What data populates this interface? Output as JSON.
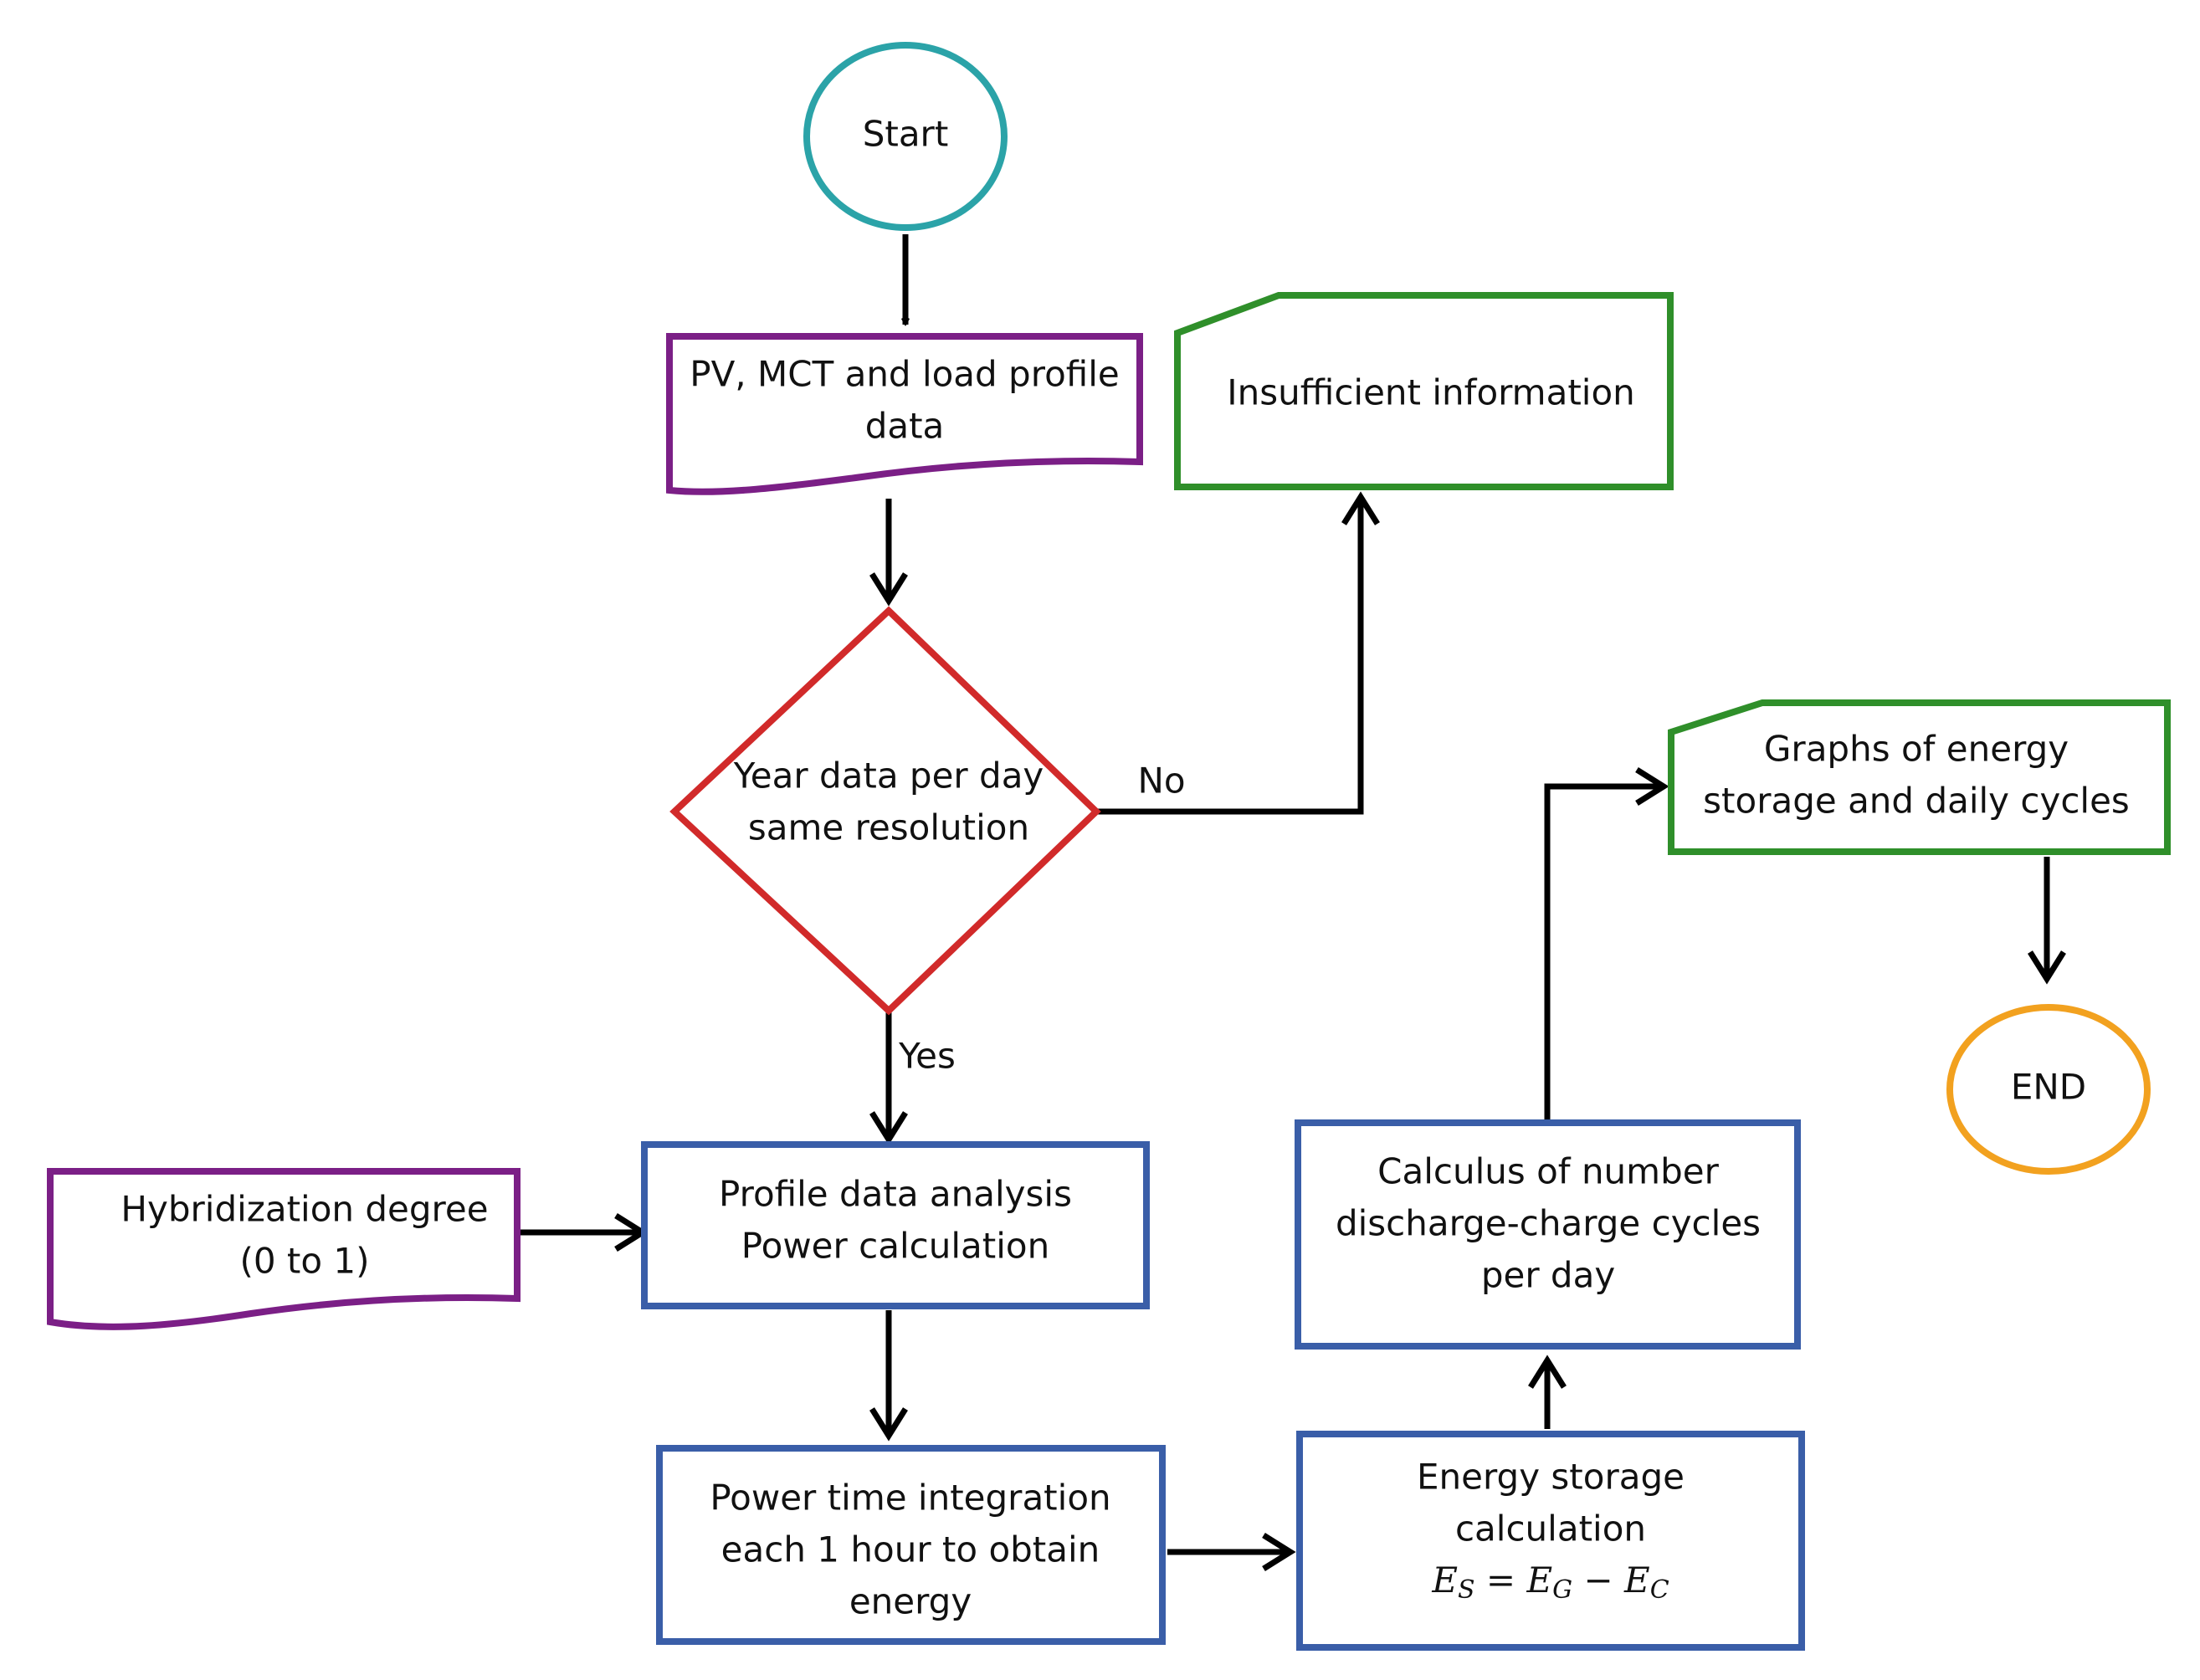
{
  "colors": {
    "start": "#2ba3a8",
    "end": "#f2a11f",
    "io": "#7b1f86",
    "decision": "#d12a2a",
    "process": "#3a5ea8",
    "output": "#2f8f2a",
    "edge": "#000000"
  },
  "nodes": {
    "start": {
      "text": "Start"
    },
    "input_profiles": {
      "lines": [
        "PV, MCT and load profile",
        "data"
      ]
    },
    "decision": {
      "lines": [
        "Year data per day",
        "same resolution"
      ]
    },
    "insufficient": {
      "text": "Insufficient information"
    },
    "hybridization": {
      "lines": [
        "Hybridization degree",
        "(0 to 1)"
      ]
    },
    "profile_analysis": {
      "lines": [
        "Profile data analysis",
        "Power calculation"
      ]
    },
    "power_integration": {
      "lines": [
        "Power time integration",
        "each 1 hour to obtain",
        "energy"
      ]
    },
    "energy_storage": {
      "lines": [
        "Energy storage",
        "calculation"
      ],
      "formula": {
        "lhs": "E",
        "lhs_sub": "S",
        "eq": " = ",
        "a": "E",
        "a_sub": "G",
        "op": " − ",
        "b": "E",
        "b_sub": "C"
      }
    },
    "cycles": {
      "lines": [
        "Calculus of number",
        "discharge-charge cycles",
        "per day"
      ]
    },
    "graphs": {
      "lines": [
        "Graphs of energy",
        "storage and daily cycles"
      ]
    },
    "end": {
      "text": "END"
    }
  },
  "edge_labels": {
    "no": "No",
    "yes": "Yes"
  }
}
